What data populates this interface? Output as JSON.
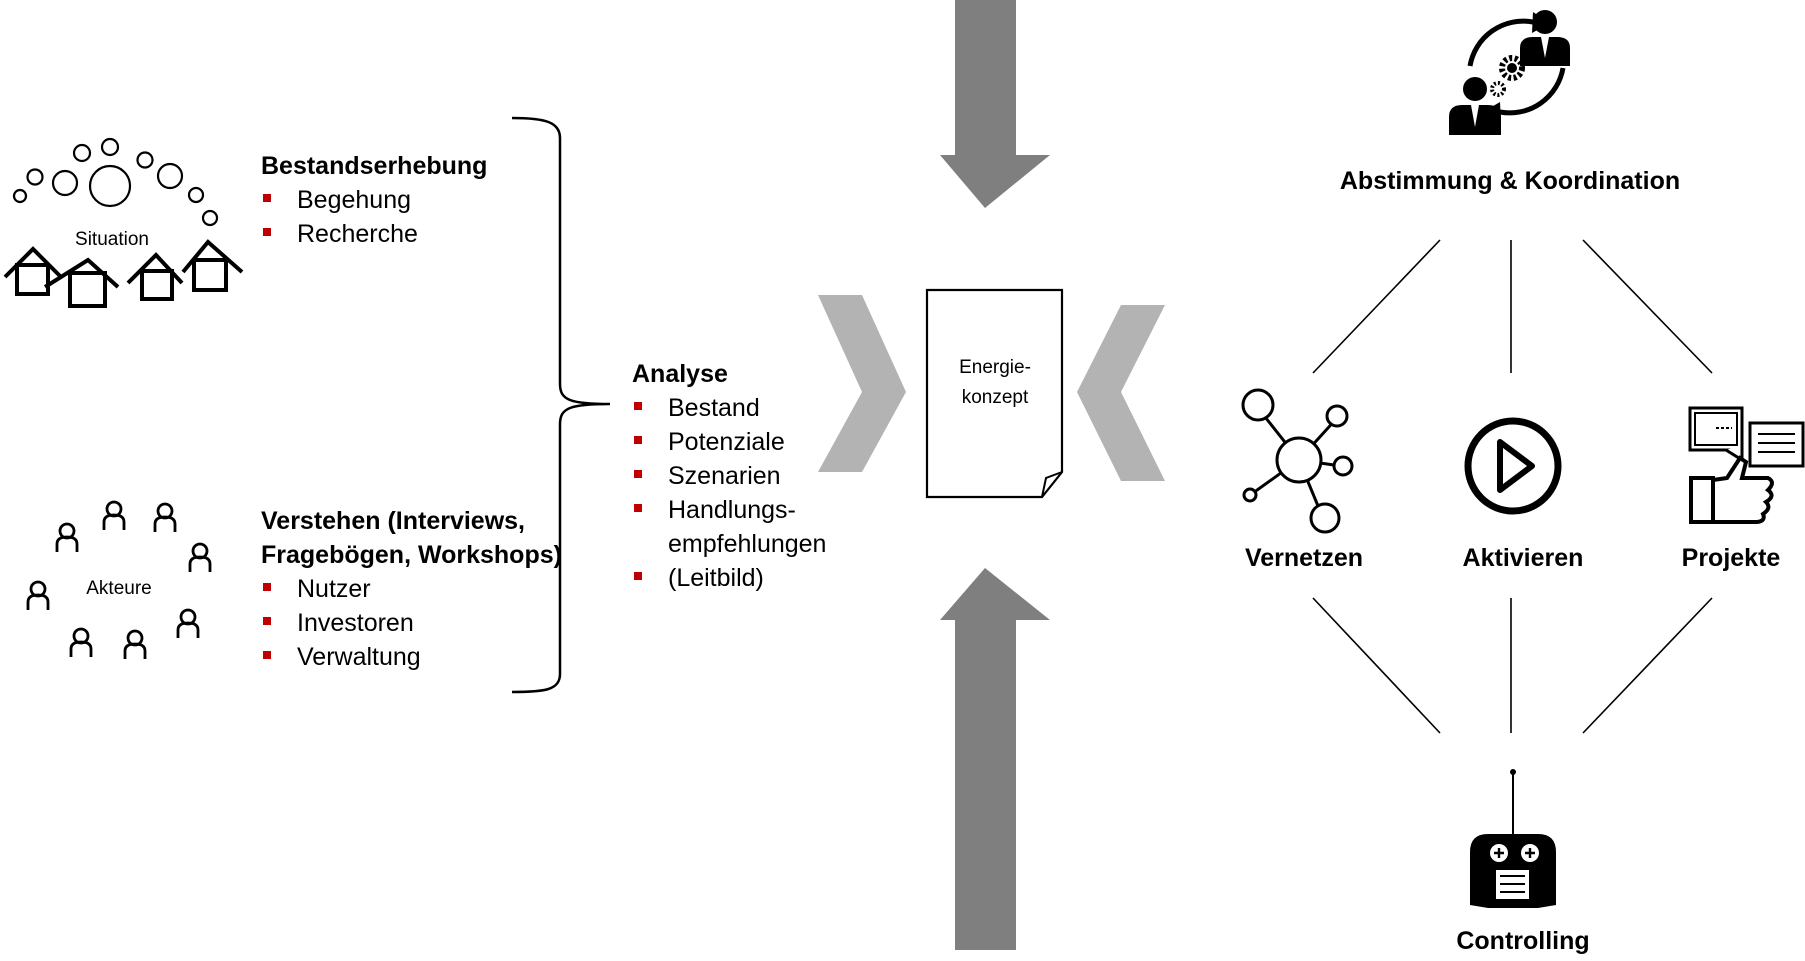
{
  "left": {
    "situation_label": "Situation",
    "akteure_label": "Akteure",
    "bestand": {
      "title": "Bestandserhebung",
      "items": [
        "Begehung",
        "Recherche"
      ]
    },
    "verstehen": {
      "title_line1": "Verstehen (Interviews,",
      "title_line2": "Fragebögen, Workshops)",
      "items": [
        "Nutzer",
        "Investoren",
        "Verwaltung"
      ]
    }
  },
  "analyse": {
    "title": "Analyse",
    "items": [
      "Bestand",
      "Potenziale",
      "Szenarien",
      "Handlungs-",
      "(Leitbild)"
    ],
    "item_continuation": "empfehlungen"
  },
  "document": {
    "line1": "Energie-",
    "line2": "konzept"
  },
  "right": {
    "top_label": "Abstimmung & Koordination",
    "vernetzen": "Vernetzen",
    "aktivieren": "Aktivieren",
    "projekte": "Projekte",
    "bottom_label": "Controlling"
  },
  "colors": {
    "bullet": "#c00000",
    "arrow_dark": "#7f7f7f",
    "chevron_light": "#b3b3b3",
    "line": "#000000"
  },
  "icons": [
    "bubbles-icon",
    "house-icon",
    "person-outline-icon",
    "coordination-icon",
    "network-icon",
    "play-icon",
    "feedback-thumbs-up-icon",
    "remote-control-icon"
  ]
}
